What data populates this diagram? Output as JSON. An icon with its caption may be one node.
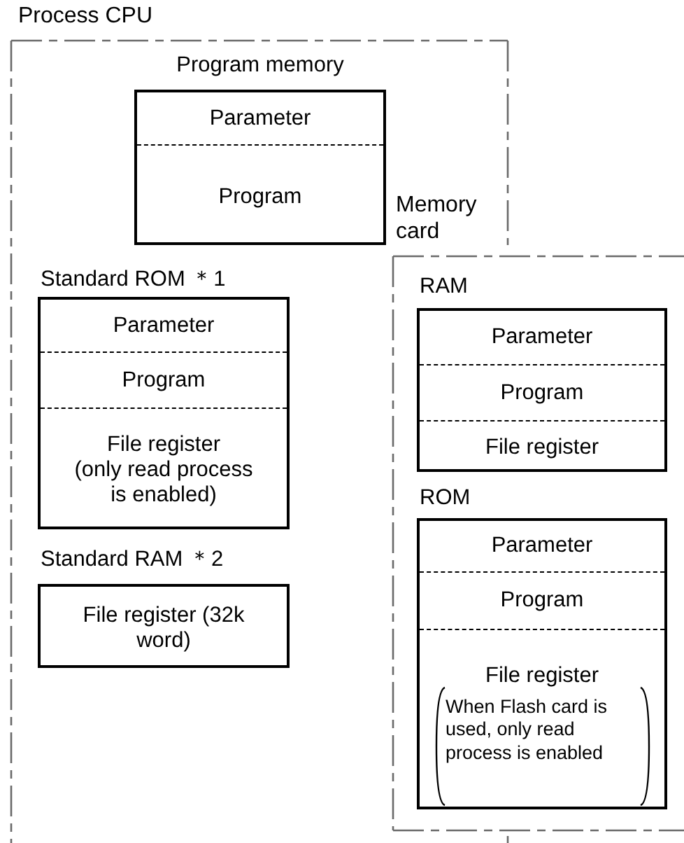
{
  "diagram": {
    "nodes": [
      {
        "text": [
          "Process CPU"
        ]
      },
      {
        "text": [
          "Program memory"
        ],
        "in": 0
      },
      {
        "text": [
          "Parameter"
        ],
        "in": 1
      },
      {
        "text": [
          "Program"
        ],
        "in": 1
      },
      {
        "text": [
          "Standard ROM ＊1"
        ],
        "in": 0
      },
      {
        "text": [
          "Parameter"
        ],
        "in": 4
      },
      {
        "text": [
          "Program"
        ],
        "in": 4
      },
      {
        "text": [
          "File register",
          "(only read process is enabled)"
        ],
        "in": 4
      },
      {
        "text": [
          "Standard RAM ＊2"
        ],
        "in": 0
      },
      {
        "text": [
          "File register (32k word)"
        ],
        "in": 8
      },
      {
        "text": [
          "Memory card"
        ]
      },
      {
        "text": [
          "RAM"
        ],
        "in": 10
      },
      {
        "text": [
          "Parameter"
        ],
        "in": 11
      },
      {
        "text": [
          "Program"
        ],
        "in": 11
      },
      {
        "text": [
          "File register"
        ],
        "in": 11
      },
      {
        "text": [
          "ROM"
        ],
        "in": 10
      },
      {
        "text": [
          "Parameter"
        ],
        "in": 15
      },
      {
        "text": [
          "Program"
        ],
        "in": 15
      },
      {
        "text": [
          "File register",
          "When Flash card is used, only read process is enabled"
        ],
        "in": 15
      }
    ]
  }
}
